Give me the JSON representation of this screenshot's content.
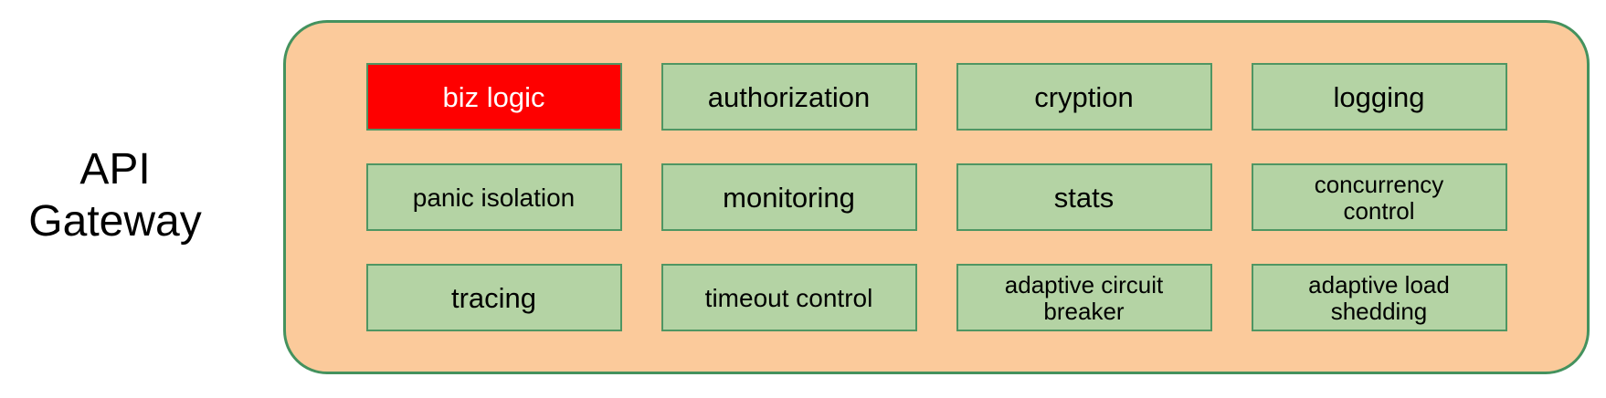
{
  "diagram": {
    "side_label": {
      "line1": "API",
      "line2": "Gateway"
    },
    "cells": [
      {
        "label": "biz logic",
        "highlight": true,
        "size": "lg"
      },
      {
        "label": "authorization",
        "highlight": false,
        "size": "lg"
      },
      {
        "label": "cryption",
        "highlight": false,
        "size": "lg"
      },
      {
        "label": "logging",
        "highlight": false,
        "size": "lg"
      },
      {
        "label": "panic isolation",
        "highlight": false,
        "size": "md"
      },
      {
        "label": "monitoring",
        "highlight": false,
        "size": "lg"
      },
      {
        "label": "stats",
        "highlight": false,
        "size": "lg"
      },
      {
        "label": "concurrency\ncontrol",
        "highlight": false,
        "size": "sm"
      },
      {
        "label": "tracing",
        "highlight": false,
        "size": "lg"
      },
      {
        "label": "timeout control",
        "highlight": false,
        "size": "md"
      },
      {
        "label": "adaptive circuit\nbreaker",
        "highlight": false,
        "size": "sm"
      },
      {
        "label": "adaptive load\nshedding",
        "highlight": false,
        "size": "sm"
      }
    ],
    "colors": {
      "container_fill": "#FBCA9B",
      "container_border": "#44925E",
      "cell_fill": "#B4D3A4",
      "cell_border": "#4F9663",
      "highlight_fill": "#FE0000",
      "highlight_text": "#FFFFFF",
      "text": "#000000"
    }
  }
}
